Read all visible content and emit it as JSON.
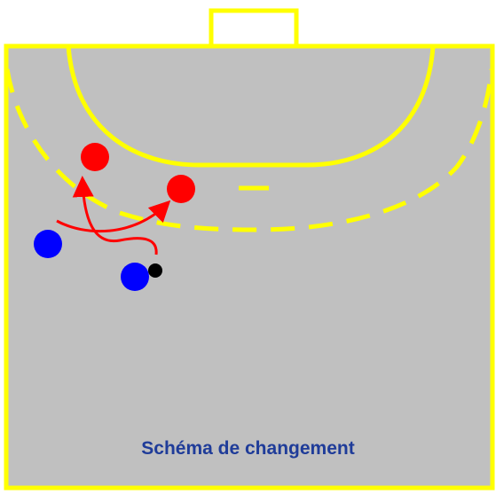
{
  "caption": "Schéma de changement",
  "colors": {
    "court": "#c0c0c0",
    "lines": "#ffff00",
    "caption": "#1f3c99",
    "attackers": "#0000ff",
    "defenders": "#ff0000",
    "arrows": "#ff0000",
    "ball": "#000000"
  },
  "players": {
    "attackers": 2,
    "defenders": 2
  }
}
